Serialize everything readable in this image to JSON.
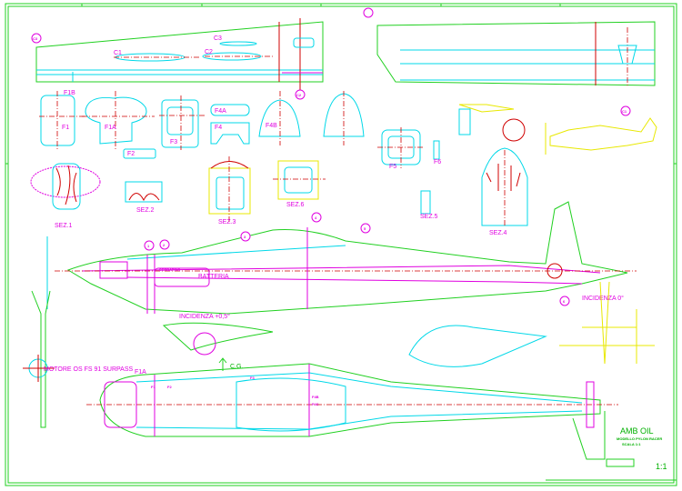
{
  "title_block": {
    "title": "AMB OIL",
    "subtitle_1": "MODELLO PYLON RACER",
    "subtitle_2": "SCALA 1:1",
    "scale_note": "1:1"
  },
  "wing": {
    "ribs": [
      "C1",
      "C2",
      "C3"
    ],
    "markers": [
      "C1",
      "C2",
      "C3"
    ]
  },
  "formers": [
    "F1",
    "F1A",
    "F1B",
    "F2",
    "F3",
    "F4",
    "F4A",
    "F4B",
    "F5",
    "F6"
  ],
  "sections": [
    "SEZ.1",
    "SEZ.2",
    "SEZ.3",
    "SEZ.4",
    "SEZ.5",
    "SEZ.6"
  ],
  "fuselage_side": {
    "stations": [
      "1",
      "2",
      "3",
      "4",
      "5",
      "6"
    ],
    "labels": {
      "incidence_wing": "INCIDENZA +0,5°",
      "incidence_tail": "INCIDENZA 0°",
      "battery": "BATTERIA",
      "tank": "SERBATOIO",
      "cg": "C.G."
    }
  },
  "fuselage_top": {
    "engine_note": "MOTORE OS FS 91 SURPASS",
    "labels": [
      "F1A",
      "F1",
      "F2",
      "F3",
      "F4B",
      "F4C"
    ]
  },
  "colors": {
    "background": "#ffffff",
    "outline": "#00d8e8",
    "structure": "#20d020",
    "annotations": "#e000e0",
    "centerlines": "#d00000",
    "notes": "#e8e800"
  }
}
